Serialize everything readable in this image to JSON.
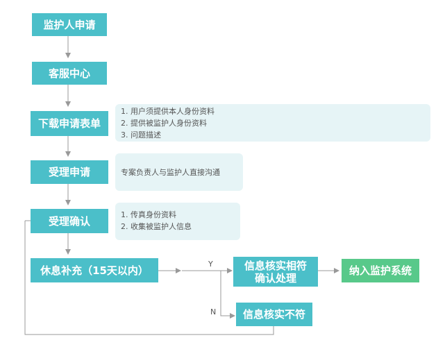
{
  "nodes": {
    "jianhu_shenqing": "监护人申请",
    "kefu_zhongxin": "客服中心",
    "xiazai_biaodan": "下载申请表单",
    "shouli_shenqing": "受理申请",
    "shouli_queren": "受理确认",
    "buchong": "休息补充（15天以内）",
    "hesi_xiangfu": "信息核实相符确认处理",
    "nairu_xitong": "纳入监护系统",
    "hesi_bufu": "信息核实不符"
  },
  "notes": {
    "xiazai": [
      "1. 用户须提供本人身份资料",
      "2. 提供被监护人身份资料",
      "3. 问题描述"
    ],
    "shouli": [
      "专案负责人与监护人直接沟通"
    ],
    "queren": [
      "1. 传真身份资料",
      "2. 收集被监护人信息"
    ]
  },
  "edge_labels": {
    "yes": "Y",
    "no": "N"
  },
  "colors": {
    "primary": "#4bbfc9",
    "success": "#58c98a",
    "note_bg": "#e6f4f6",
    "line": "#999999"
  }
}
